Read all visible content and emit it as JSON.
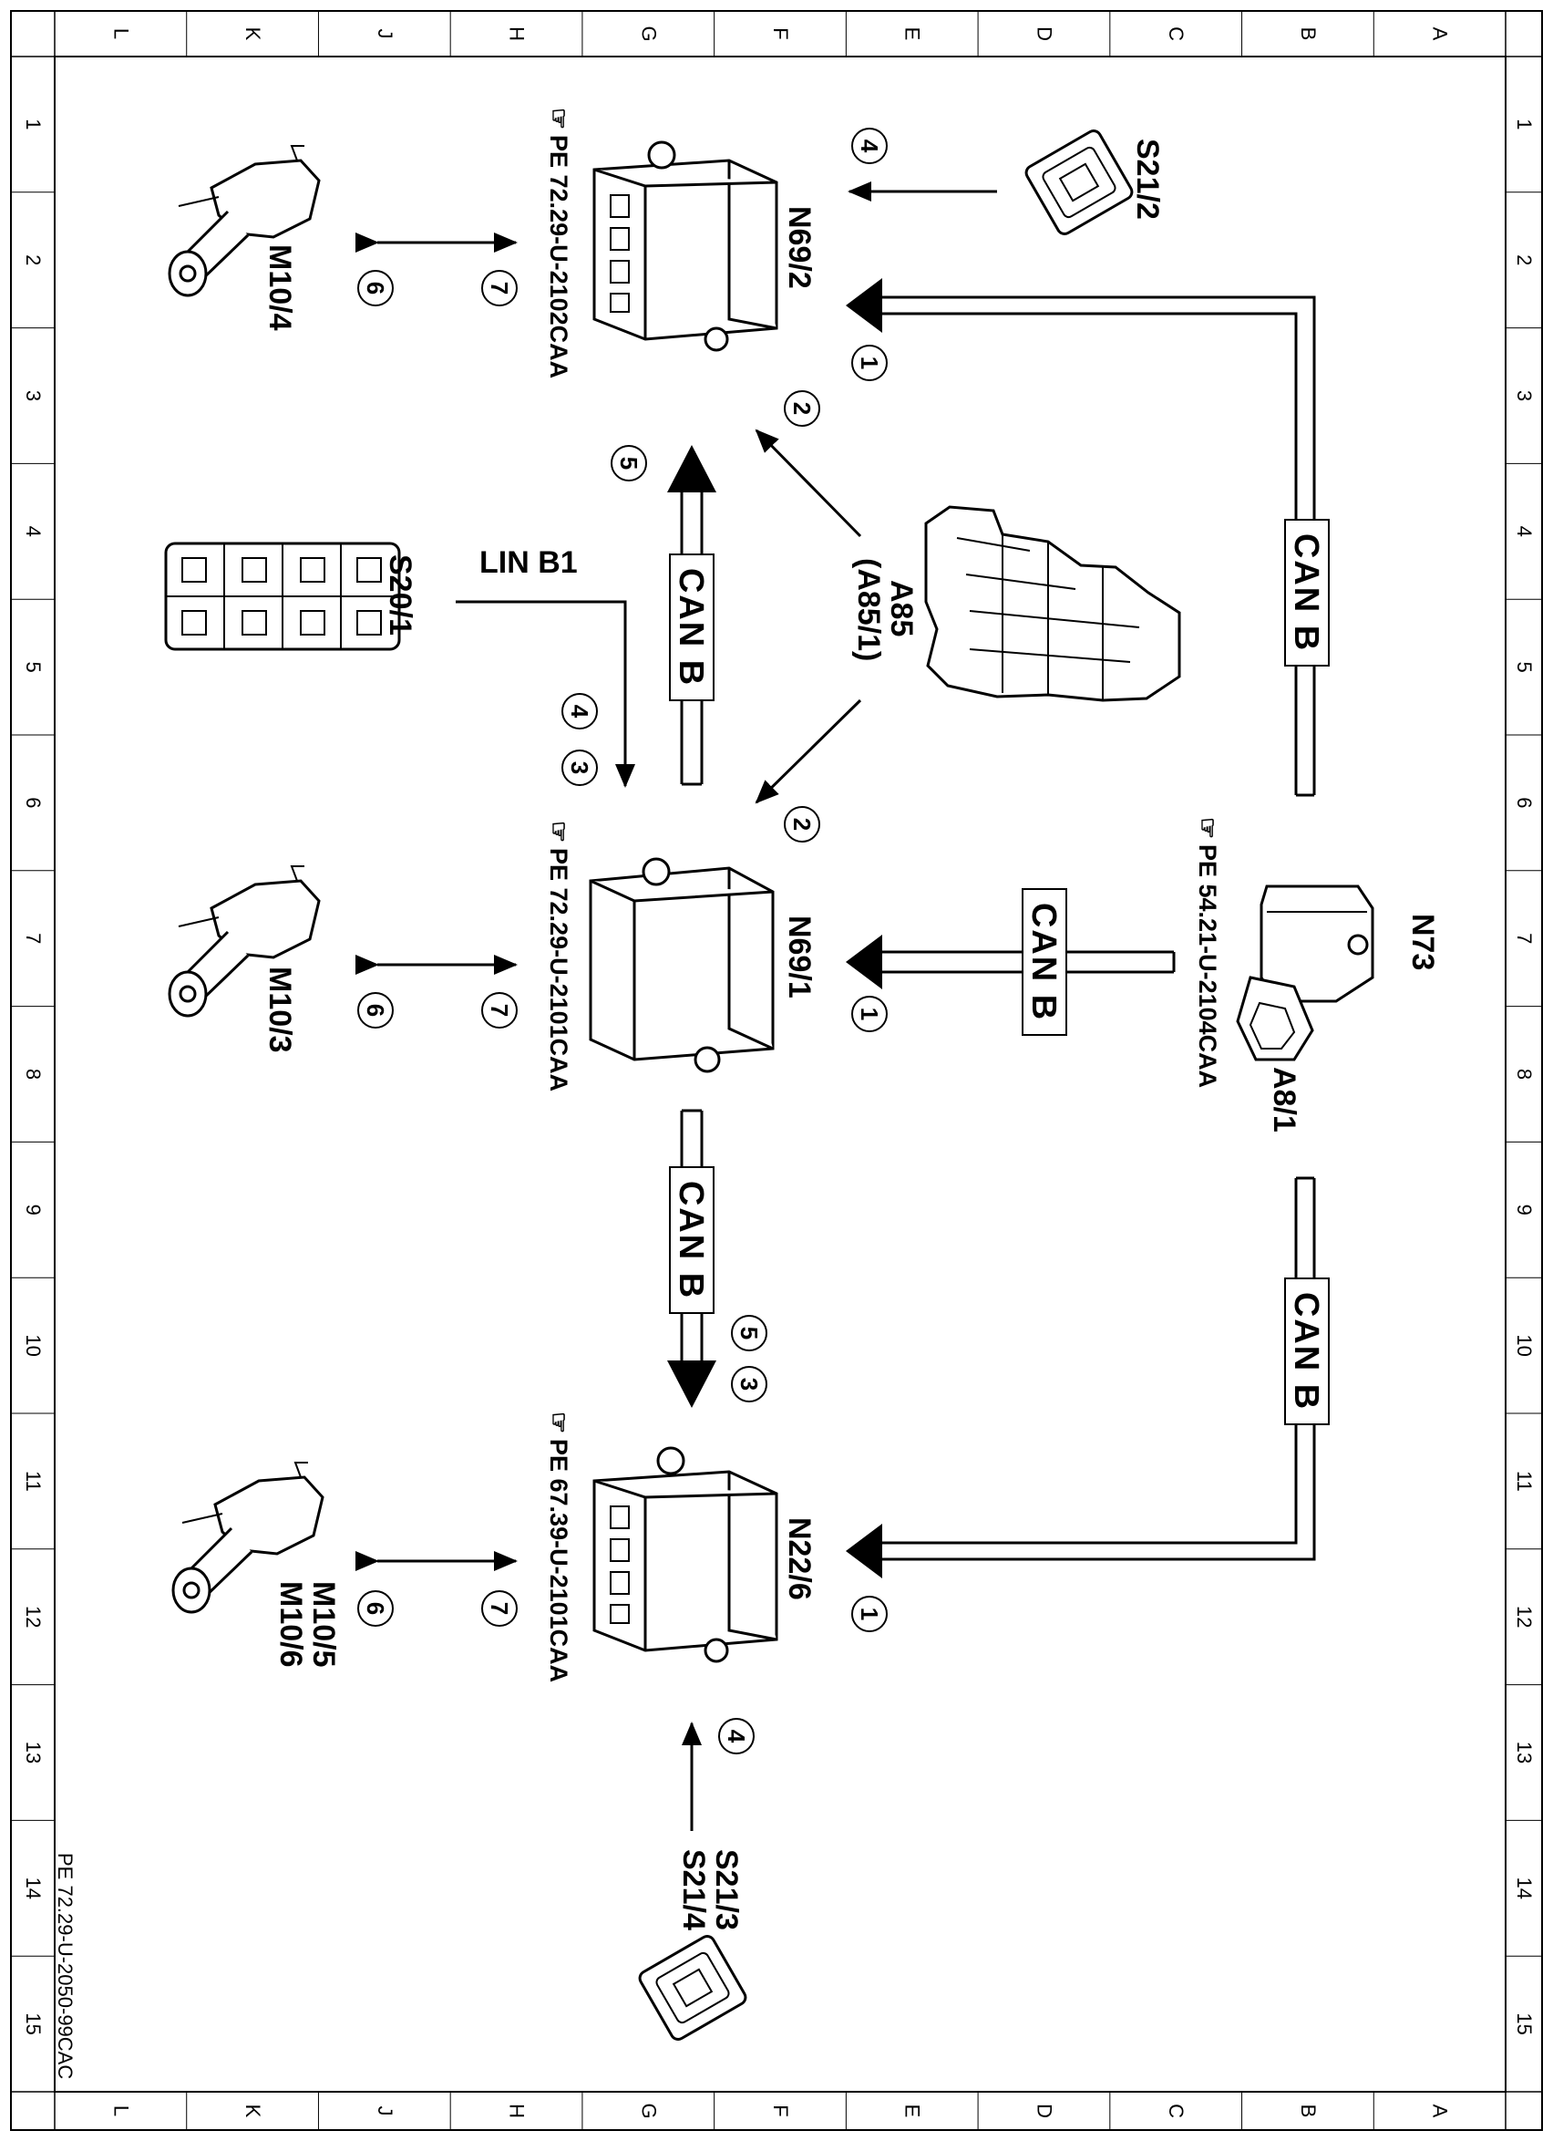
{
  "grid": {
    "columns": [
      "L",
      "K",
      "J",
      "H",
      "G",
      "F",
      "E",
      "D",
      "C",
      "B",
      "A"
    ],
    "rows": [
      "1",
      "2",
      "3",
      "4",
      "5",
      "6",
      "7",
      "8",
      "9",
      "10",
      "11",
      "12",
      "13",
      "14",
      "15"
    ]
  },
  "components": {
    "n69_2": {
      "label": "N69/2",
      "ref": "PE 72.29-U-2102CAA"
    },
    "n69_1": {
      "label": "N69/1",
      "ref": "PE 72.29-U-2101CAA"
    },
    "n22_6": {
      "label": "N22/6",
      "ref": "PE 67.39-U-2101CAA"
    },
    "a85": {
      "label": "A85",
      "sublabel": "(A85/1)"
    },
    "n73": {
      "label": "N73",
      "sublabel": "A8/1",
      "ref": "PE 54.21-U-2104CAA"
    },
    "s21_2": {
      "label": "S21/2"
    },
    "s20_1": {
      "label": "S20/1"
    },
    "s21_3": {
      "label": "S21/3",
      "label2": "S21/4"
    },
    "m10_4": {
      "label": "M10/4"
    },
    "m10_3": {
      "label": "M10/3"
    },
    "m10_5": {
      "label": "M10/5",
      "label2": "M10/6"
    }
  },
  "bus": {
    "can": "CAN B",
    "lin": "LIN B1"
  },
  "steps": {
    "s1": "1",
    "s2": "2",
    "s3": "3",
    "s4": "4",
    "s5": "5",
    "s6": "6",
    "s7": "7"
  },
  "footer": "PE 72.29-U-2050-99CAC"
}
